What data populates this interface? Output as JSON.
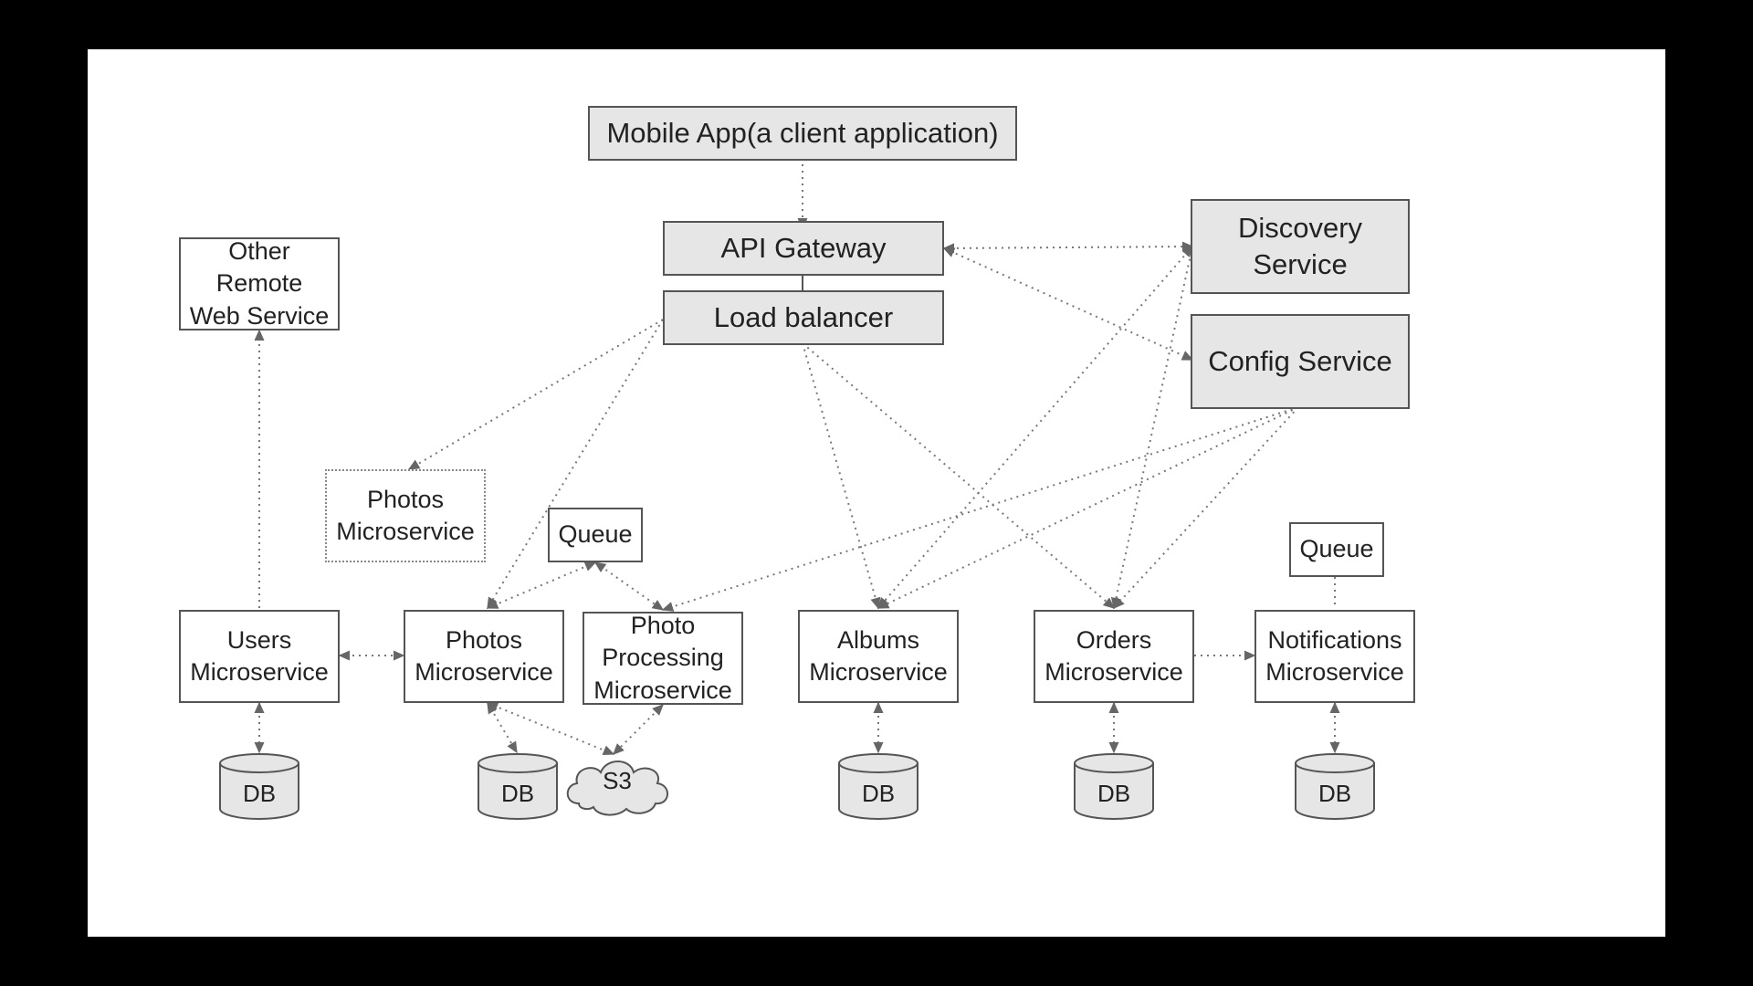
{
  "nodes": {
    "mobile_app": "Mobile App(a client application)",
    "api_gateway": "API Gateway",
    "load_balancer": "Load balancer",
    "discovery_service": "Discovery\nService",
    "config_service": "Config Service",
    "other_remote": "Other\nRemote\nWeb Service",
    "photos_ms_dashed": "Photos\nMicroservice",
    "queue_photos": "Queue",
    "queue_notifications": "Queue",
    "users_ms": "Users\nMicroservice",
    "photos_ms": "Photos\nMicroservice",
    "photo_processing_ms": "Photo\nProcessing\nMicroservice",
    "albums_ms": "Albums\nMicroservice",
    "orders_ms": "Orders\nMicroservice",
    "notifications_ms": "Notifications\nMicroservice"
  },
  "storage": {
    "db_users": "DB",
    "db_photos": "DB",
    "s3": "S3",
    "db_albums": "DB",
    "db_orders": "DB",
    "db_notifications": "DB"
  },
  "colors": {
    "background": "#000000",
    "canvas": "#ffffff",
    "box_fill_gray": "#e6e6e6",
    "edge": "#777777"
  }
}
